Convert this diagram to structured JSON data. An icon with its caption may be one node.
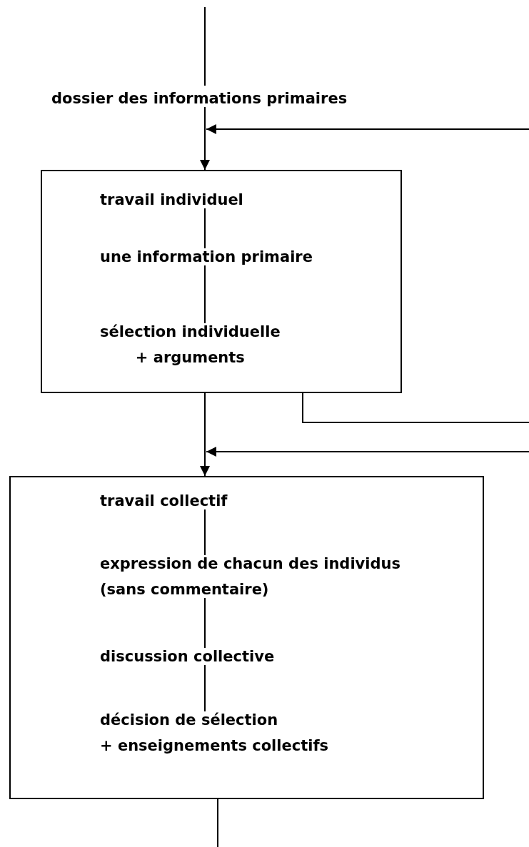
{
  "diagram": {
    "nodes": [
      {
        "text": [
          "dossier des informations primaires"
        ]
      },
      {
        "text": [],
        "shape": "box"
      },
      {
        "text": [
          "travail individuel"
        ],
        "in": 1
      },
      {
        "text": [
          "une information primaire"
        ],
        "in": 1
      },
      {
        "text": [
          "sélection individuelle + arguments"
        ],
        "in": 1
      },
      {
        "text": [],
        "shape": "box"
      },
      {
        "text": [
          "travail collectif"
        ],
        "in": 5
      },
      {
        "text": [
          "expression de chacun des individus (sans commentaire)"
        ],
        "in": 5
      },
      {
        "text": [
          "discussion collective"
        ],
        "in": 5
      },
      {
        "text": [
          "décision de sélection + enseignements collectifs"
        ],
        "in": 5
      }
    ],
    "edges": [
      {
        "from": null,
        "to": 0,
        "arrow": "none"
      },
      {
        "from": 0,
        "to": 1,
        "arrow": "to"
      },
      {
        "from": null,
        "to": 1,
        "arrow": "to"
      },
      {
        "from": 2,
        "to": 3,
        "arrow": "none"
      },
      {
        "from": 3,
        "to": 4,
        "arrow": "none"
      },
      {
        "from": 1,
        "to": 5,
        "arrow": "to"
      },
      {
        "from": 1,
        "to": null,
        "arrow": "none"
      },
      {
        "from": null,
        "to": 5,
        "arrow": "to"
      },
      {
        "from": 6,
        "to": 7,
        "arrow": "none"
      },
      {
        "from": 7,
        "to": 8,
        "arrow": "none"
      },
      {
        "from": 8,
        "to": 9,
        "arrow": "none"
      },
      {
        "from": 5,
        "to": null,
        "arrow": "none"
      }
    ]
  }
}
